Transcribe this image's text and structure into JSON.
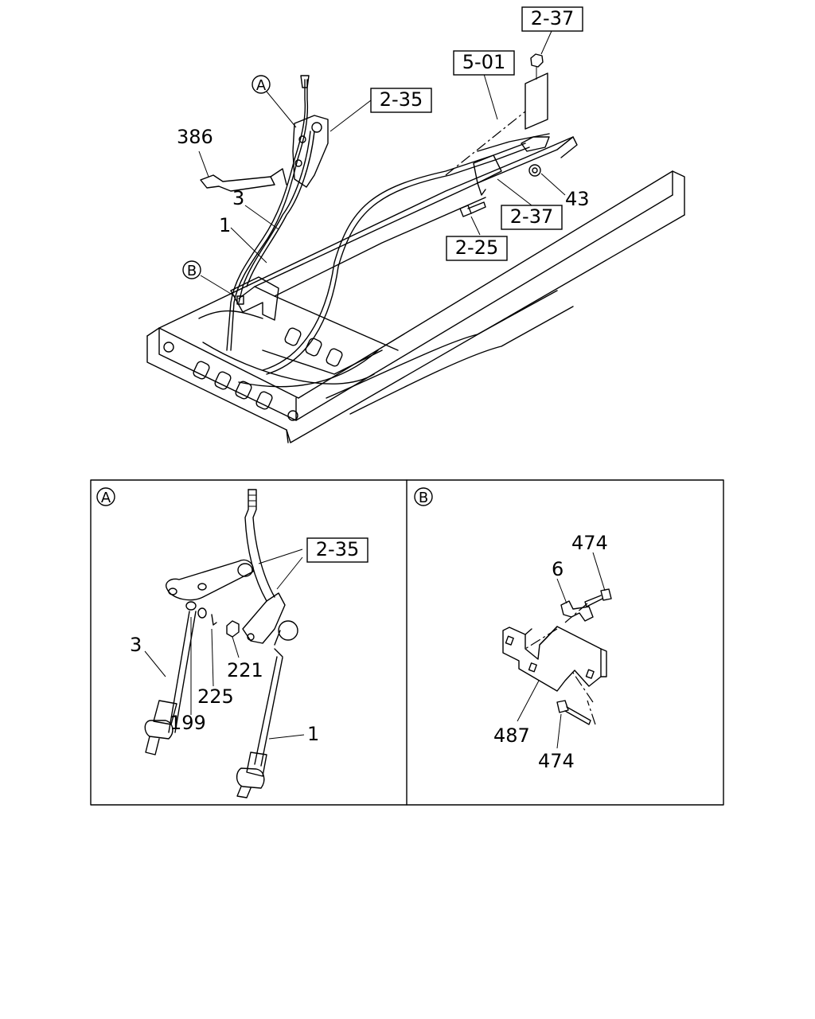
{
  "refs": {
    "ref_2_37_top": "2-37",
    "ref_5_01": "5-01",
    "ref_2_35_top": "2-35",
    "ref_2_37_mid": "2-37",
    "ref_2_25": "2-25",
    "ref_2_35_detail": "2-35"
  },
  "callouts": {
    "c386": "386",
    "c3_main": "3",
    "c1_main": "1",
    "c43": "43",
    "c3_detail": "3",
    "c221": "221",
    "c225": "225",
    "c199": "199",
    "c1_detail": "1",
    "c474_top": "474",
    "c6": "6",
    "c487": "487",
    "c474_bottom": "474"
  },
  "markers": {
    "A_main": "A",
    "B_main": "B",
    "A_panel": "A",
    "B_panel": "B"
  }
}
